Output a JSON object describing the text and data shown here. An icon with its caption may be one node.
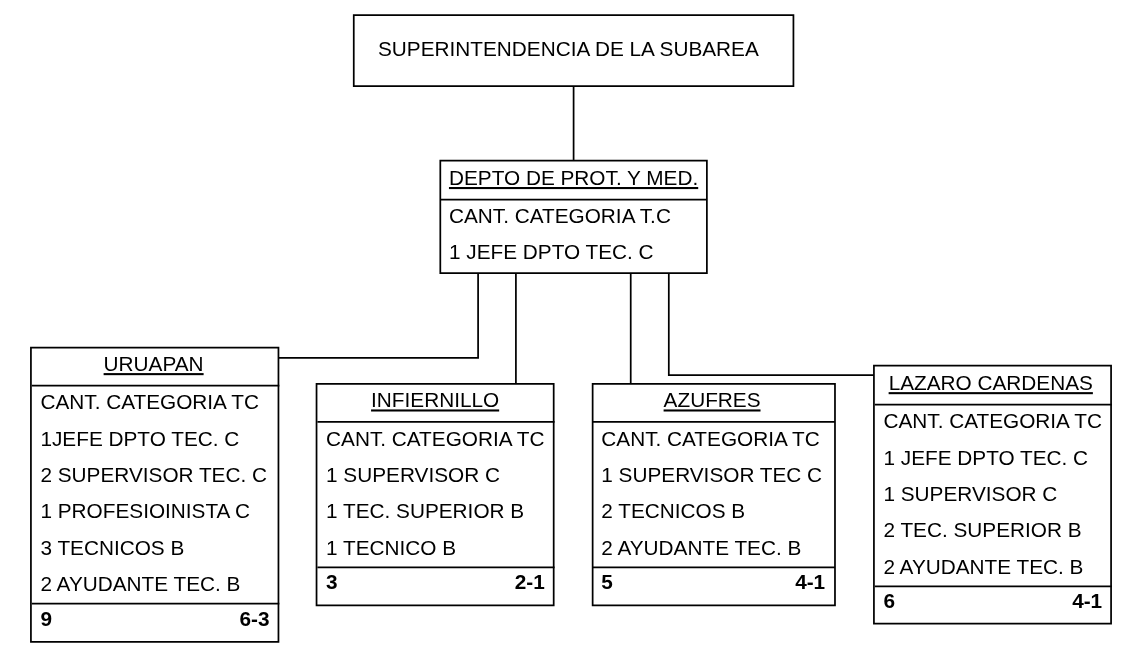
{
  "diagram": {
    "nodes": [
      {
        "text": [
          "SUPERINTENDENCIA DE LA SUBAREA"
        ]
      },
      {
        "text": [
          "DEPTO DE PROT. Y MED.",
          "CANT. CATEGORIA T.C",
          "1 JEFE DPTO TEC. C"
        ]
      },
      {
        "text": [
          "URUAPAN",
          "CANT. CATEGORIA TC",
          "1JEFE DPTO TEC. C",
          "2 SUPERVISOR TEC. C",
          "1 PROFESIOINISTA C",
          "3 TECNICOS B",
          "2 AYUDANTE TEC. B",
          "9",
          "6-3"
        ]
      },
      {
        "text": [
          "INFIERNILLO",
          "CANT. CATEGORIA TC",
          "1 SUPERVISOR C",
          "1 TEC. SUPERIOR B",
          "1 TECNICO B",
          "3",
          "2-1"
        ]
      },
      {
        "text": [
          "AZUFRES",
          "CANT. CATEGORIA TC",
          "1 SUPERVISOR TEC C",
          "2 TECNICOS B",
          "2 AYUDANTE TEC. B",
          "5",
          "4-1"
        ]
      },
      {
        "text": [
          "LAZARO CARDENAS",
          "CANT. CATEGORIA TC",
          "1 JEFE DPTO TEC. C",
          "1 SUPERVISOR C",
          "2 TEC. SUPERIOR B",
          "2 AYUDANTE TEC. B",
          "6",
          "4-1"
        ]
      }
    ],
    "edges": [
      {
        "from": 0,
        "to": 1,
        "arrow": "none"
      },
      {
        "from": 1,
        "to": 2,
        "arrow": "none"
      },
      {
        "from": 1,
        "to": 3,
        "arrow": "none"
      },
      {
        "from": 1,
        "to": 4,
        "arrow": "none"
      },
      {
        "from": 1,
        "to": 5,
        "arrow": "none"
      }
    ]
  }
}
